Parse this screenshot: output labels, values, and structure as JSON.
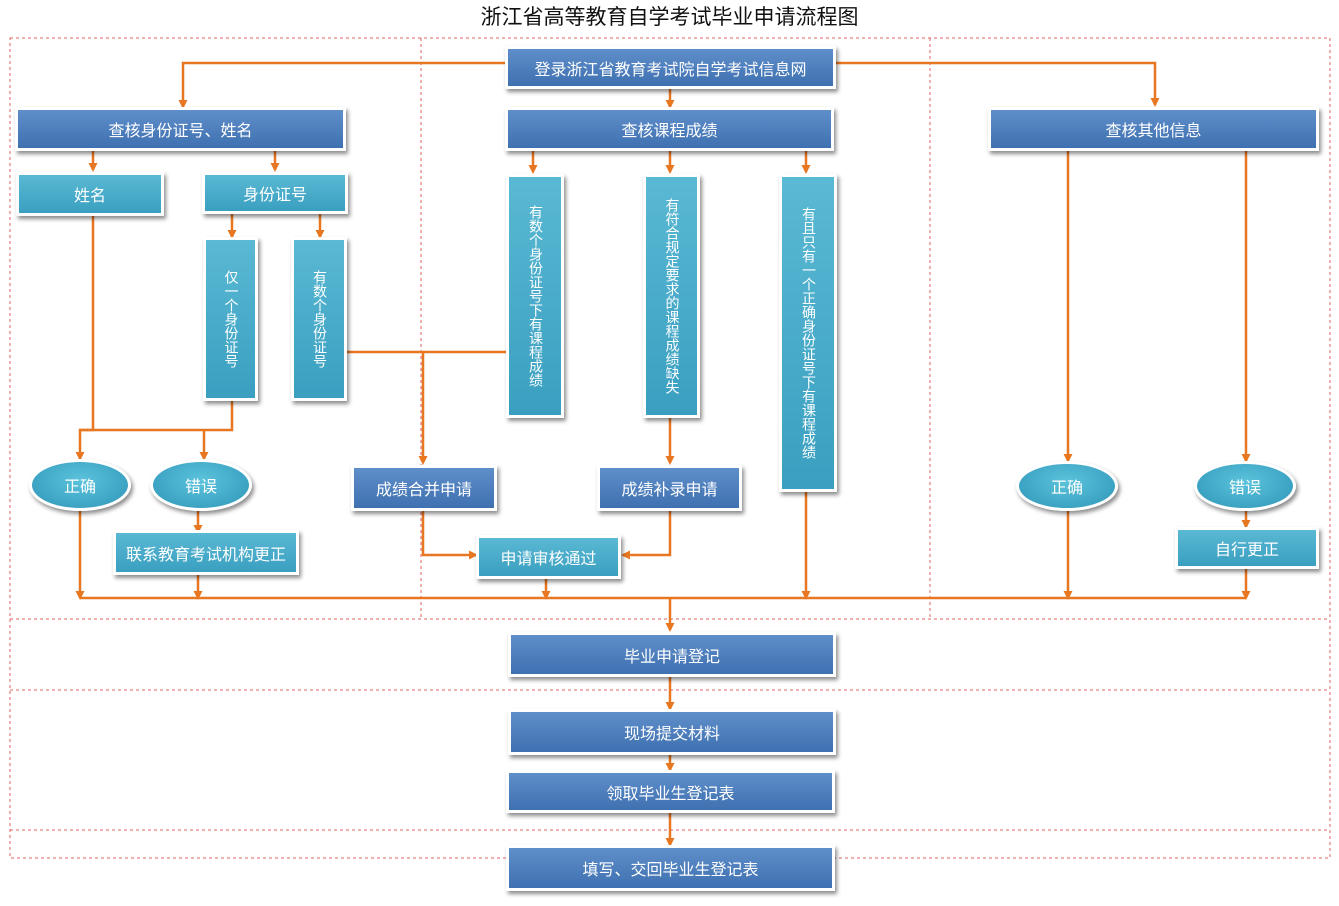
{
  "title": "浙江省高等教育自学考试毕业申请流程图",
  "colors": {
    "arrow": "#e87722",
    "dashed_border": "#e06060",
    "node_dark": "#4a7fc1",
    "node_teal": "#48aecb"
  },
  "nodes": {
    "login": "登录浙江省教育考试院自学考试信息网",
    "check_id_name": "查核身份证号、姓名",
    "check_scores": "查核课程成绩",
    "check_other": "查核其他信息",
    "name": "姓名",
    "id_number": "身份证号",
    "single_id": "仅一个身份证号",
    "multi_id": "有数个身份证号",
    "multi_id_scores": "有数个身份证号下有课程成绩",
    "missing_scores": "有符合规定要求的课程成绩缺失",
    "single_id_scores": "有且只有一个正确身份证号下有课程成绩",
    "correct_left": "正确",
    "wrong_left": "错误",
    "contact_correction": "联系教育考试机构更正",
    "merge_apply": "成绩合并申请",
    "supplement_apply": "成绩补录申请",
    "apply_approved": "申请审核通过",
    "correct_right": "正确",
    "wrong_right": "错误",
    "self_correct": "自行更正",
    "graduation_register": "毕业申请登记",
    "submit_materials": "现场提交材料",
    "get_form": "领取毕业生登记表",
    "return_form": "填写、交回毕业生登记表"
  }
}
